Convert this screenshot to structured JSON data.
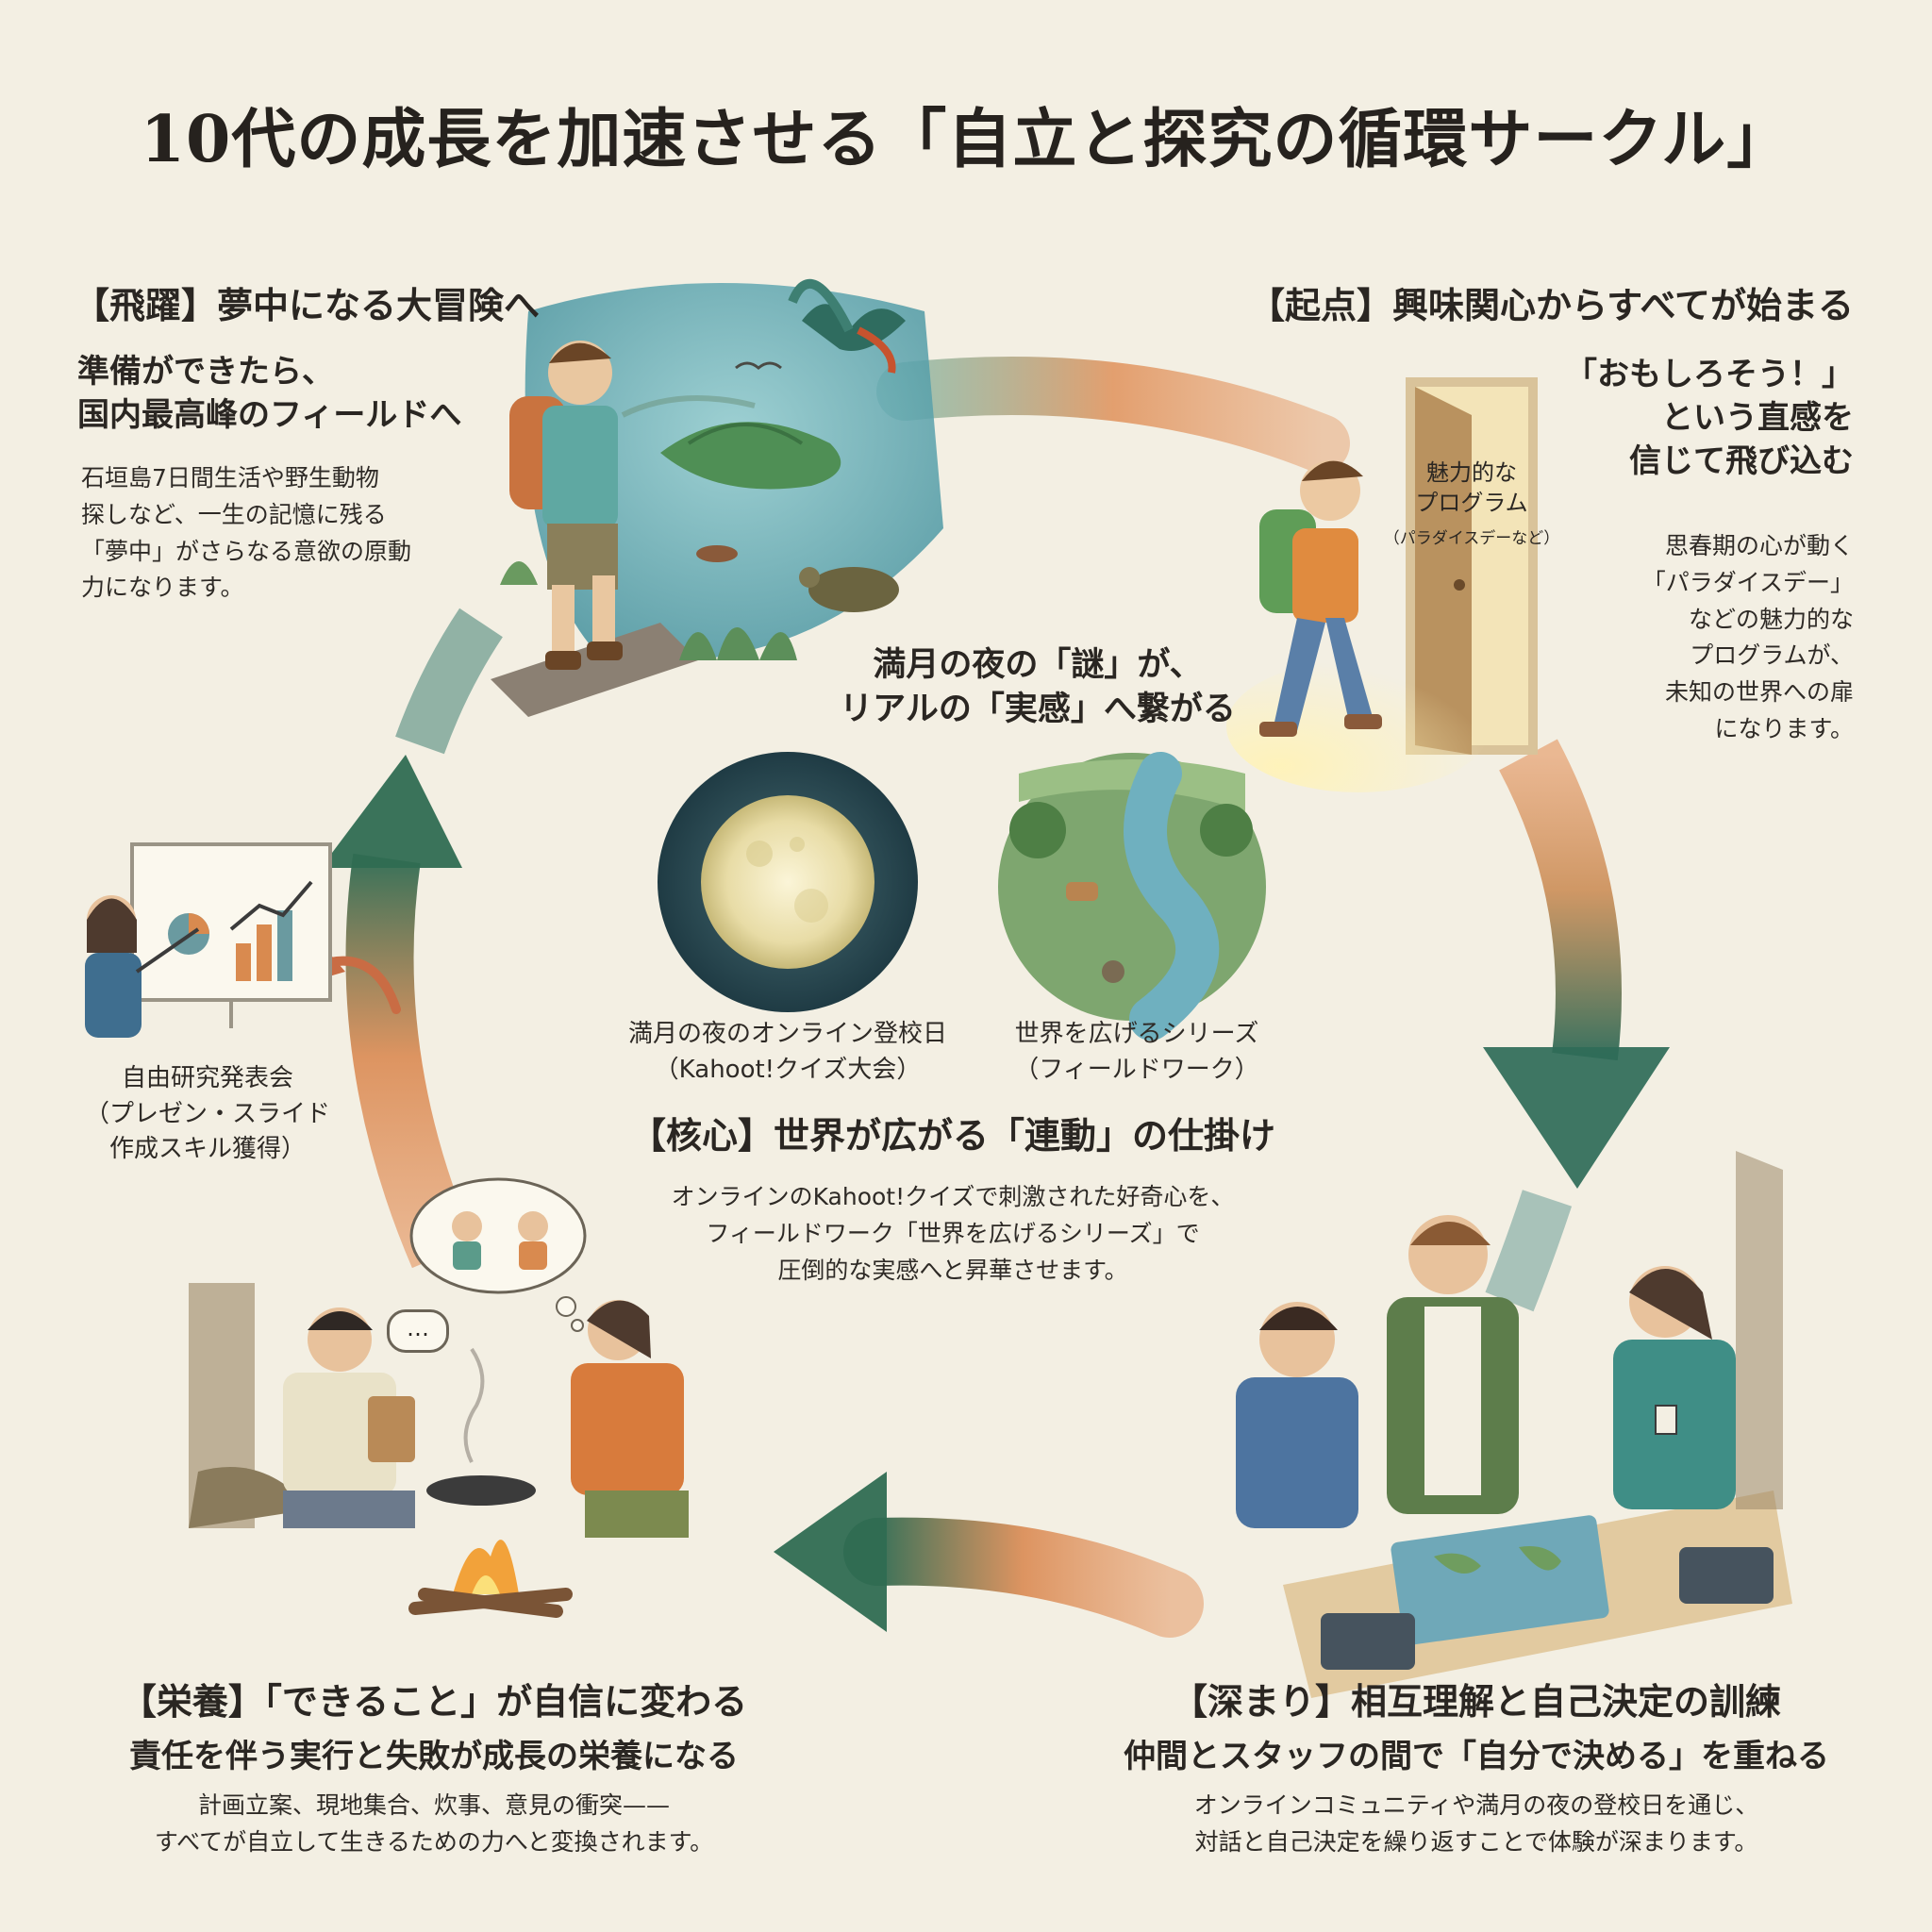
{
  "title": "10代の成長を加速させる「自立と探究の循環サークル」",
  "stages": {
    "hiyaku": {
      "heading": "【飛躍】夢中になる大冒険へ",
      "sub": "準備ができたら、\n国内最高峰のフィールドへ",
      "body": "石垣島7日間生活や野生動物\n探しなど、一生の記憶に残る\n「夢中」がさらなる意欲の原動\n力になります。"
    },
    "kiten": {
      "heading": "【起点】興味関心からすべてが始まる",
      "sub": "「おもしろそう！」\nという直感を\n信じて飛び込む",
      "body": "思春期の心が動く\n「パラダイスデー」\nなどの魅力的な\nプログラムが、\n未知の世界への扉\nになります。",
      "door_label": "魅力的な\nプログラム",
      "door_note": "（パラダイスデーなど）"
    },
    "mangetsu_caption": "満月の夜の「謎」が、\nリアルの「実感」へ繋がる",
    "core": {
      "moon_label": "満月の夜のオンライン登校日\n（Kahoot!クイズ大会）",
      "field_label": "世界を広げるシリーズ\n（フィールドワーク）",
      "heading": "【核心】世界が広がる「連動」の仕掛け",
      "body": "オンラインのKahoot!クイズで刺激された好奇心を、\nフィールドワーク「世界を広げるシリーズ」で\n圧倒的な実感へと昇華させます。"
    },
    "presentation": "自由研究発表会\n（プレゼン・スライド\n作成スキル獲得）",
    "eiyou": {
      "heading": "【栄養】「できること」が自信に変わる",
      "sub": "責任を伴う実行と失敗が成長の栄養になる",
      "body": "計画立案、現地集合、炊事、意見の衝突——\nすべてが自立して生きるための力へと変換されます。"
    },
    "fukamari": {
      "heading": "【深まり】相互理解と自己決定の訓練",
      "sub": "仲間とスタッフの間で「自分で決める」を重ねる",
      "body": "オンラインコミュニティや満月の夜の登校日を通じ、\n対話と自己決定を繰り返すことで体験が深まります。"
    },
    "speech_bubble": "…"
  },
  "colors": {
    "background": "#f3efe3",
    "orange": "#d9844a",
    "teal": "#3f7f73",
    "green": "#2f6b52"
  }
}
